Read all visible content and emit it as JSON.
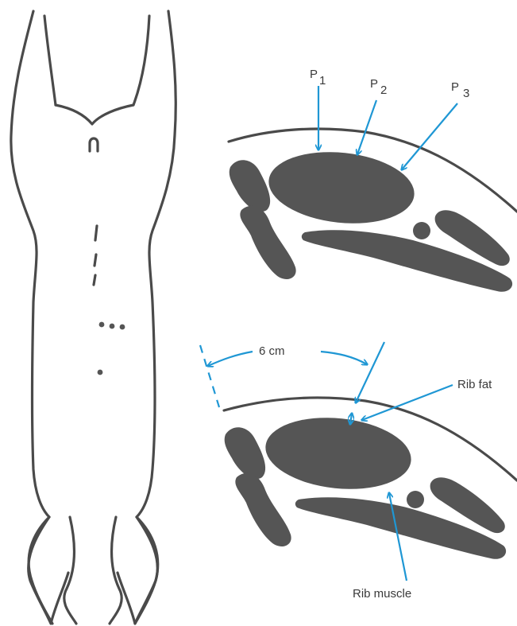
{
  "labels": {
    "p1": "P",
    "p1_sub": "1",
    "p2": "P",
    "p2_sub": "2",
    "p3": "P",
    "p3_sub": "3",
    "distance": "6 cm",
    "rib_fat": "Rib fat",
    "rib_muscle": "Rib muscle"
  },
  "colors": {
    "accent": "#1f97d4",
    "tissue": "#555555",
    "outline": "#4a4a4a",
    "text": "#3a3a3a"
  }
}
